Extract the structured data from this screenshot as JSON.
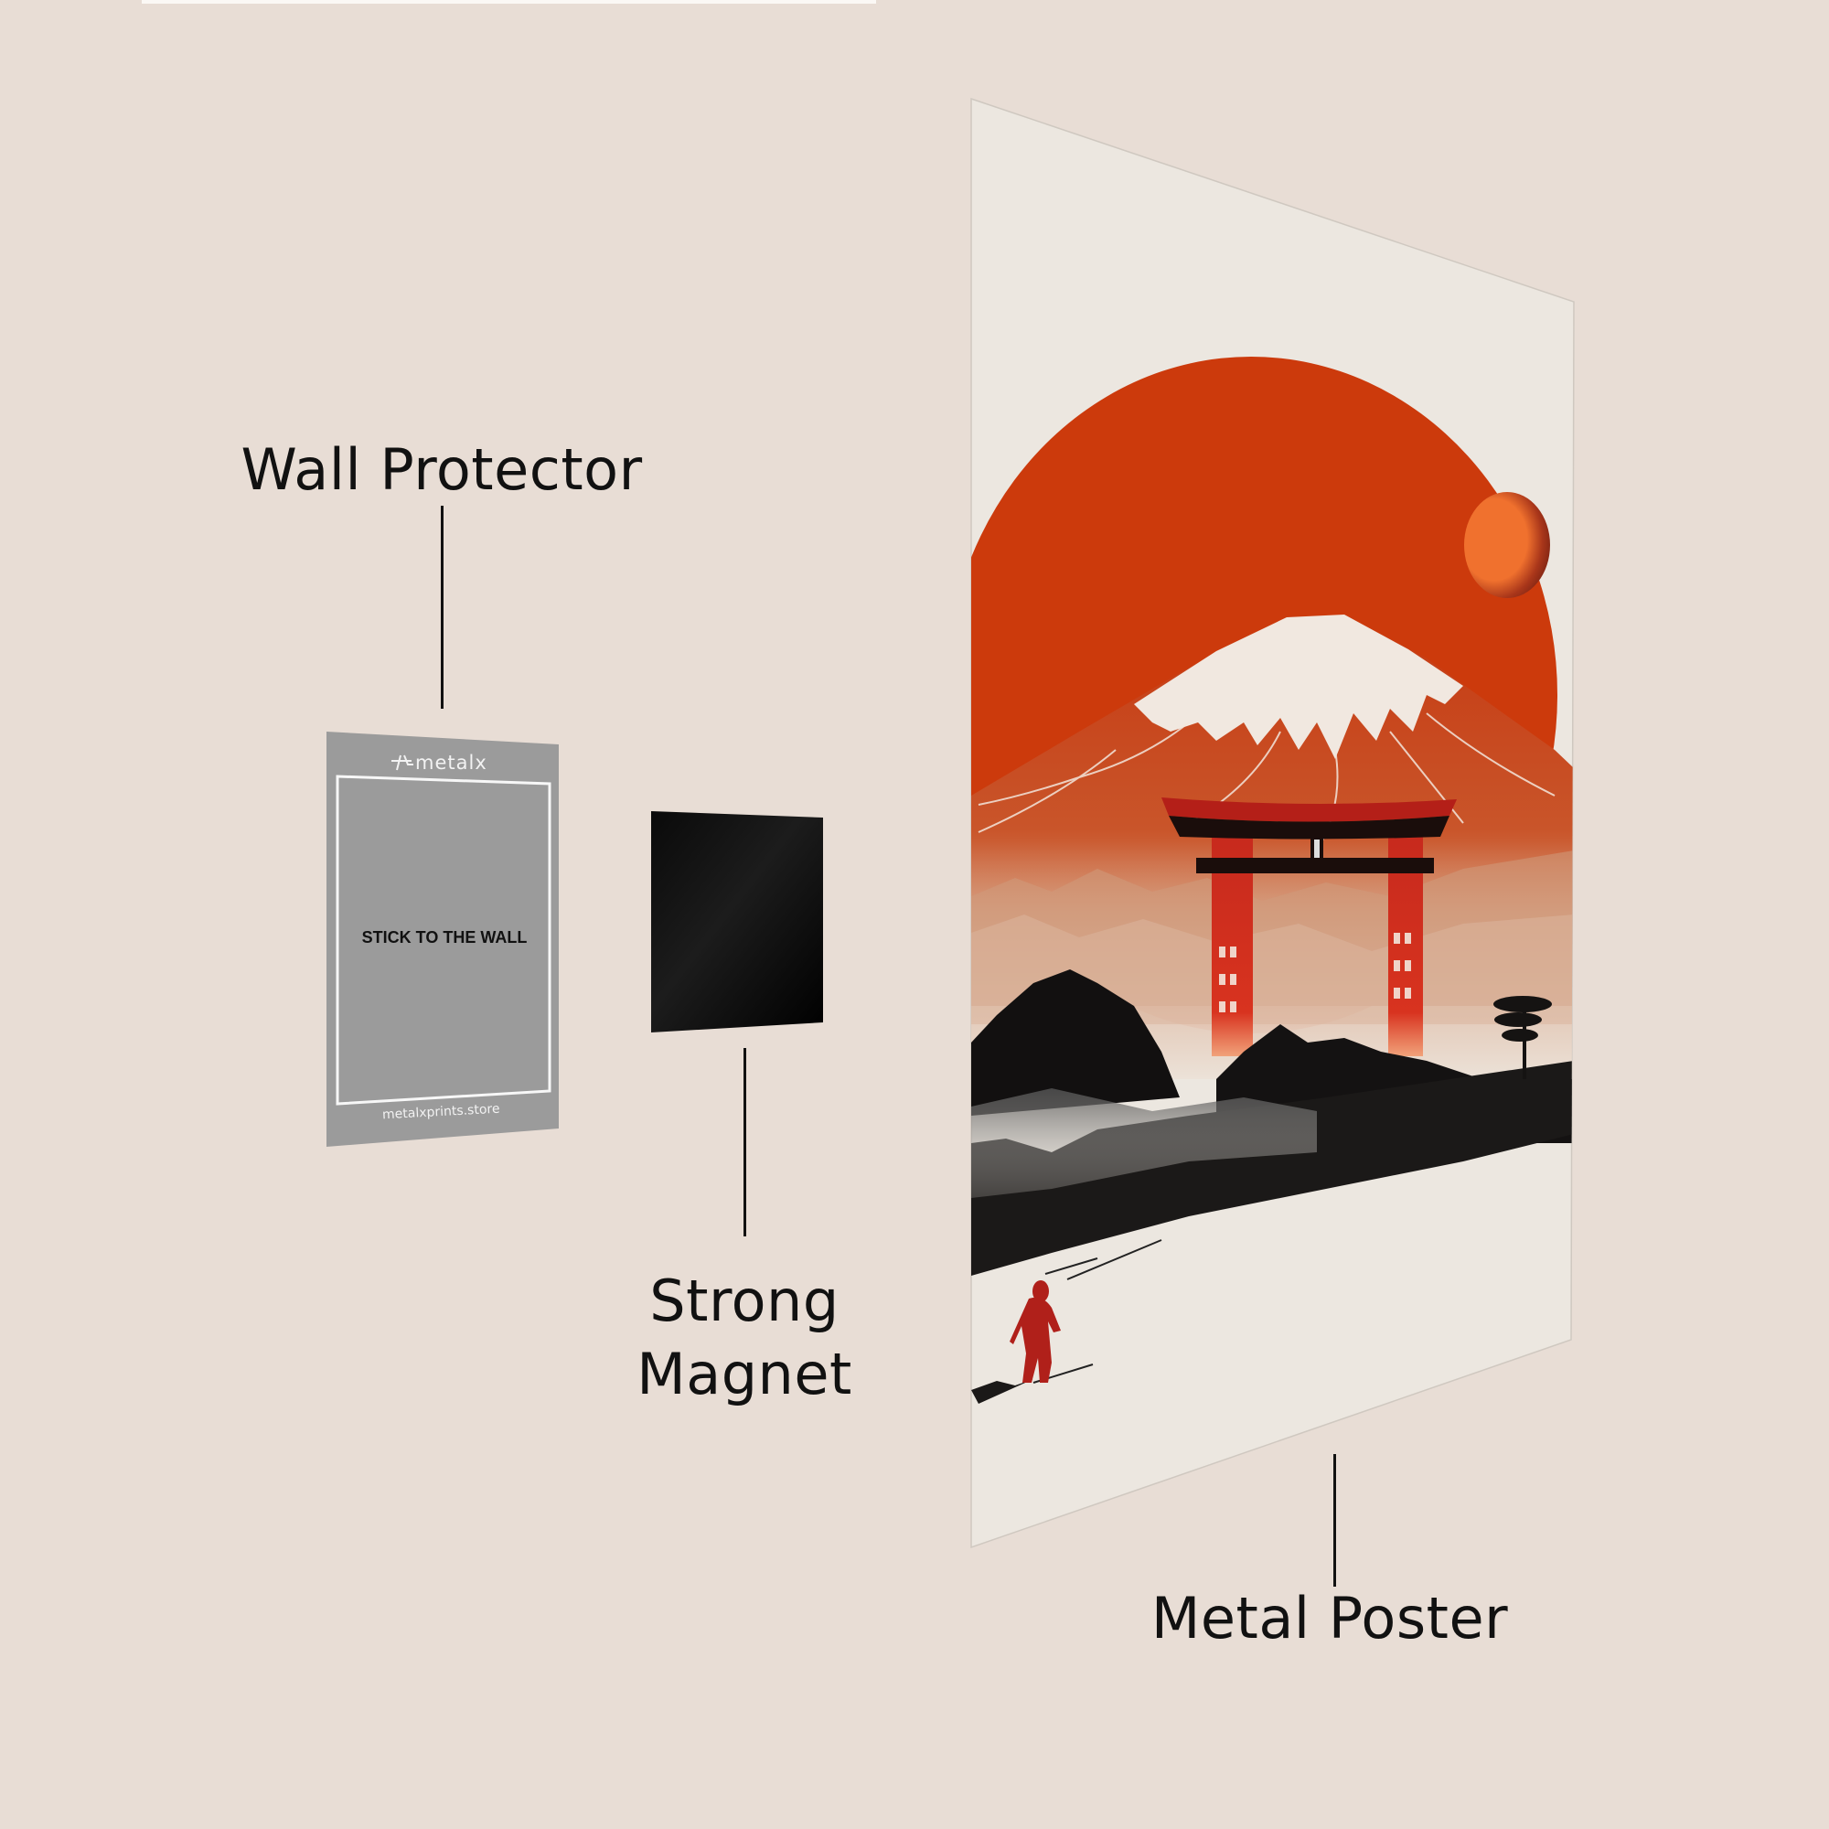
{
  "labels": {
    "wall_protector": "Wall Protector",
    "strong_magnet_line1": "Strong",
    "strong_magnet_line2": "Magnet",
    "metal_poster": "Metal Poster"
  },
  "wall_protector_card": {
    "brand": "metalx",
    "instruction": "STICK TO THE WALL",
    "website": "metalxprints.store"
  },
  "colors": {
    "background": "#e8ddd5",
    "protector_gray": "#9b9b9b",
    "magnet_black": "#050505",
    "poster_paper": "#ece7e0",
    "sun_red": "#cc3a0c",
    "moon_orange": "#f0712e",
    "torii_red": "#b0201a"
  },
  "poster_art": {
    "subject": "Mount Fuji with red sun, torii gate, black rocks and a red walking figure"
  }
}
